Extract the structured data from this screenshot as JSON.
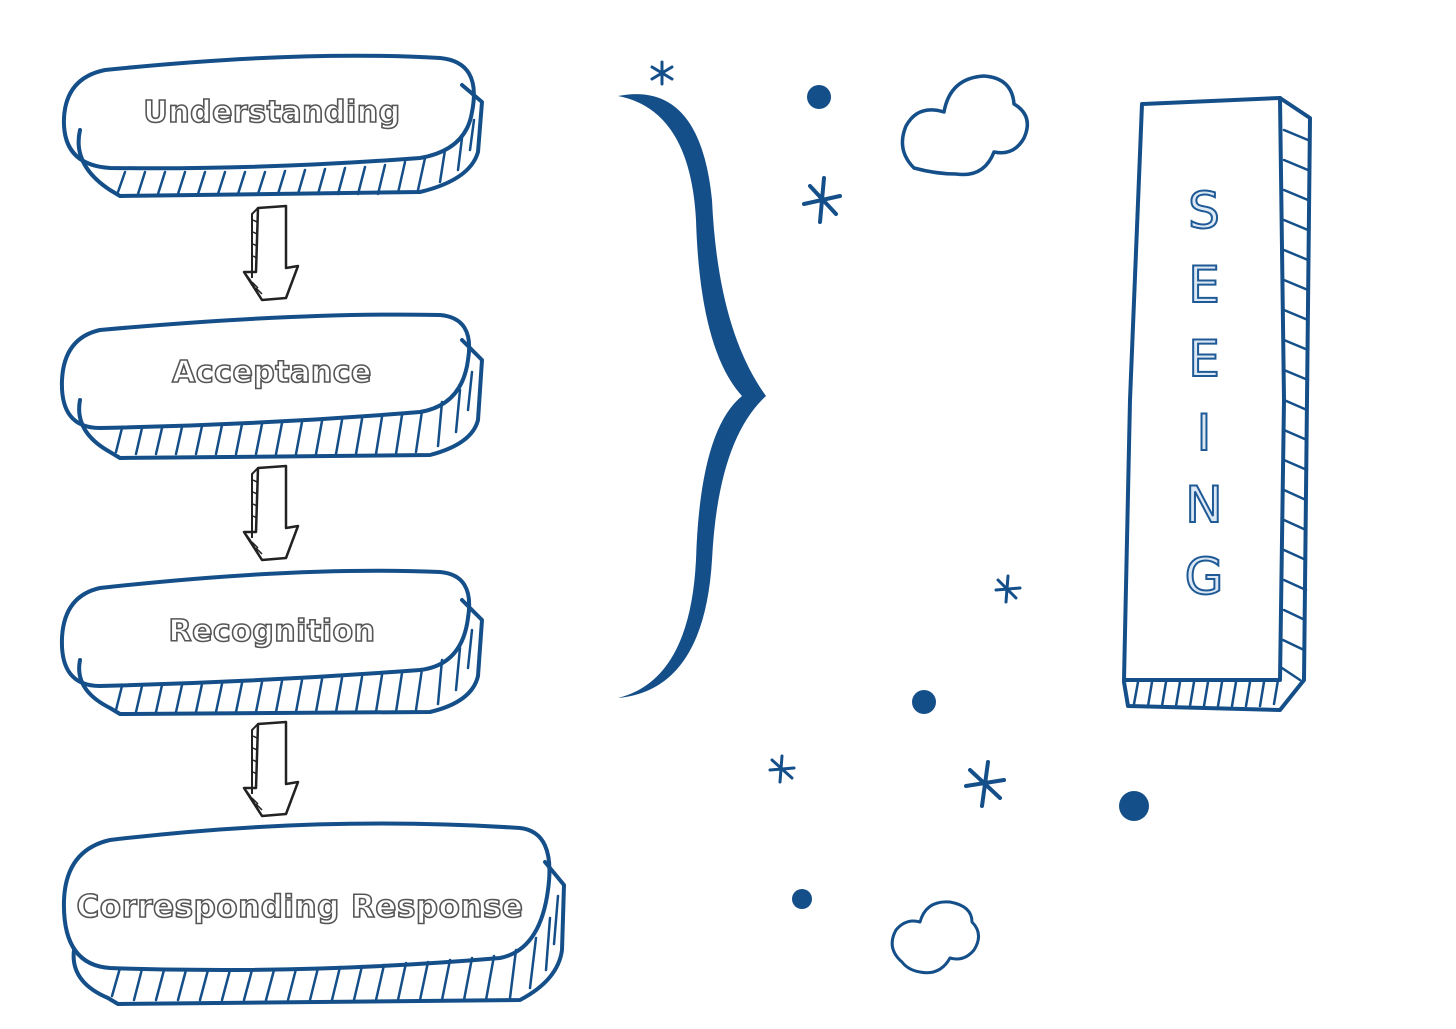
{
  "steps": [
    {
      "label": "Understanding"
    },
    {
      "label": "Acceptance"
    },
    {
      "label": "Recognition"
    },
    {
      "label": "Corresponding Response"
    }
  ],
  "pillar": {
    "letters": [
      "S",
      "E",
      "E",
      "I",
      "N",
      "G"
    ]
  },
  "colors": {
    "ink": "#154f89",
    "text_outline": "#555555",
    "pillar_text_fill": "#dce8f4"
  }
}
